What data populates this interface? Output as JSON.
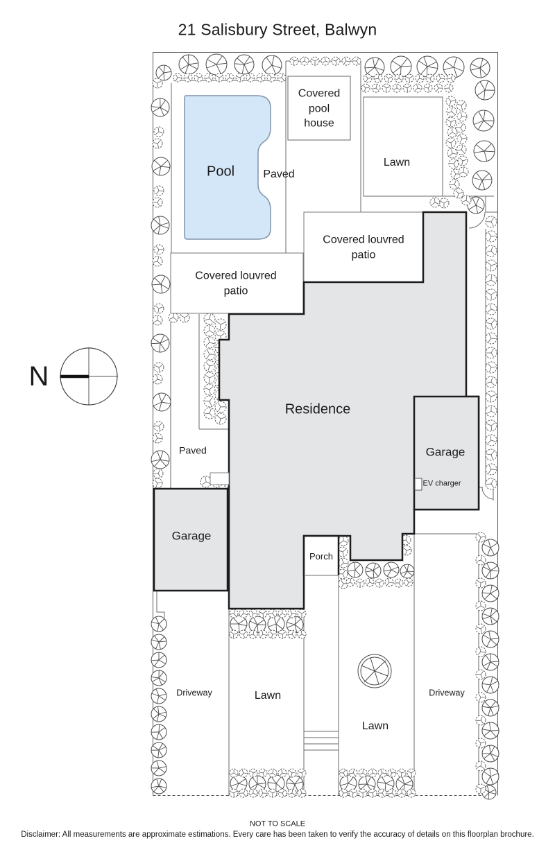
{
  "title": "21 Salisbury Street, Balwyn",
  "compass": {
    "north": "N"
  },
  "areas": {
    "pool": "Pool",
    "paved_top": "Paved",
    "pool_house": "Covered\npool\nhouse",
    "lawn_top": "Lawn",
    "patio_right": "Covered louvred\npatio",
    "patio_left": "Covered louvred\npatio",
    "residence": "Residence",
    "garage_right": "Garage",
    "ev_charger": "EV charger",
    "paved_left": "Paved",
    "garage_left": "Garage",
    "porch": "Porch",
    "driveway_left": "Driveway",
    "lawn_center": "Lawn",
    "lawn_right": "Lawn",
    "driveway_right": "Driveway"
  },
  "footer": {
    "not_to_scale": "NOT TO SCALE",
    "disclaimer": "Disclaimer: All measurements are approximate estimations. Every care has been taken to verify the accuracy of details on this floorplan brochure."
  }
}
